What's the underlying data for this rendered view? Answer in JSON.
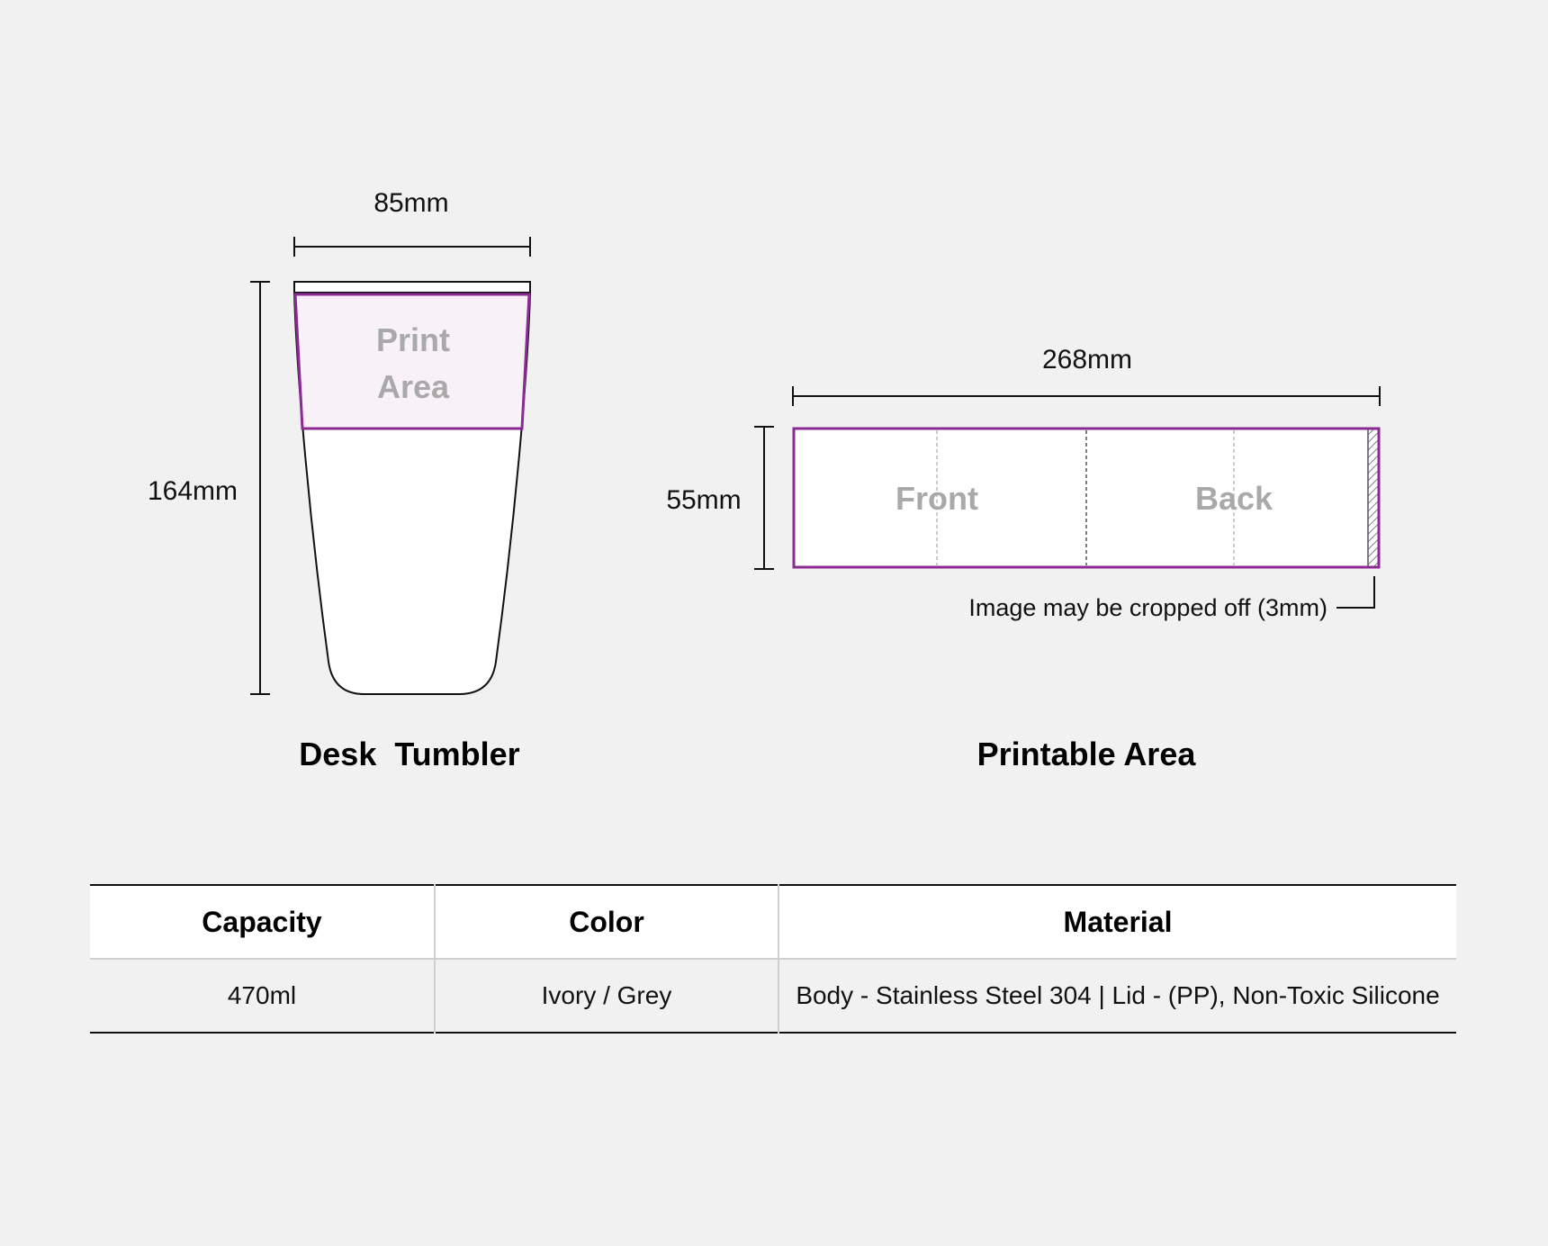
{
  "tumbler": {
    "width_label": "85mm",
    "height_label": "164mm",
    "print_area_line1": "Print",
    "print_area_line2": "Area",
    "caption": "Desk  Tumbler"
  },
  "printable": {
    "width_label": "268mm",
    "height_label": "55mm",
    "front_label": "Front",
    "back_label": "Back",
    "crop_note": "Image may be cropped off (3mm)",
    "caption": "Printable Area"
  },
  "colors": {
    "accent": "#8a2a92",
    "print_fill": "#f8f1f8",
    "background": "#f1f1f1",
    "label_grey": "#a9a9a9"
  },
  "specs": {
    "headers": [
      "Capacity",
      "Color",
      "Material"
    ],
    "row": [
      "470ml",
      "Ivory / Grey",
      "Body - Stainless Steel 304 | Lid - (PP), Non-Toxic Silicone"
    ]
  }
}
